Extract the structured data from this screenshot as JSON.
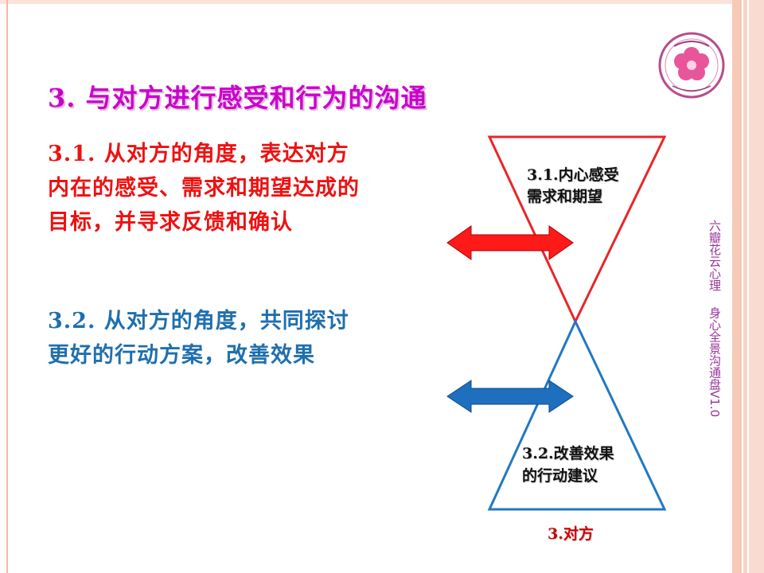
{
  "title": "3. 与对方进行感受和行为的沟通",
  "points": [
    {
      "text": "3.1. 从对方的角度，表达对方内在的感受、需求和期望达成的目标，并寻求反馈和确认"
    },
    {
      "text": "3.2. 从对方的角度，共同探讨更好的行动方案，改善效果"
    }
  ],
  "diagram": {
    "top_triangle_label": [
      "3.1.内心感受",
      "需求和期望"
    ],
    "bottom_triangle_label": [
      "3.2.改善效果",
      "的行动建议"
    ],
    "footer_label": "3.对方"
  },
  "vertical_caption": "六瓣花云心理    身心全景沟通盘V1.0",
  "colors": {
    "title": "#cc00cc",
    "point_1": "#ee1111",
    "point_2": "#1f6fae",
    "top_triangle": "#e8262a",
    "bottom_triangle": "#2178c2",
    "top_arrow": "#ff1a1a",
    "bottom_arrow": "#1f6fbf",
    "footer": "#cc0000"
  },
  "icons": {
    "logo": "flower-logo-icon"
  }
}
